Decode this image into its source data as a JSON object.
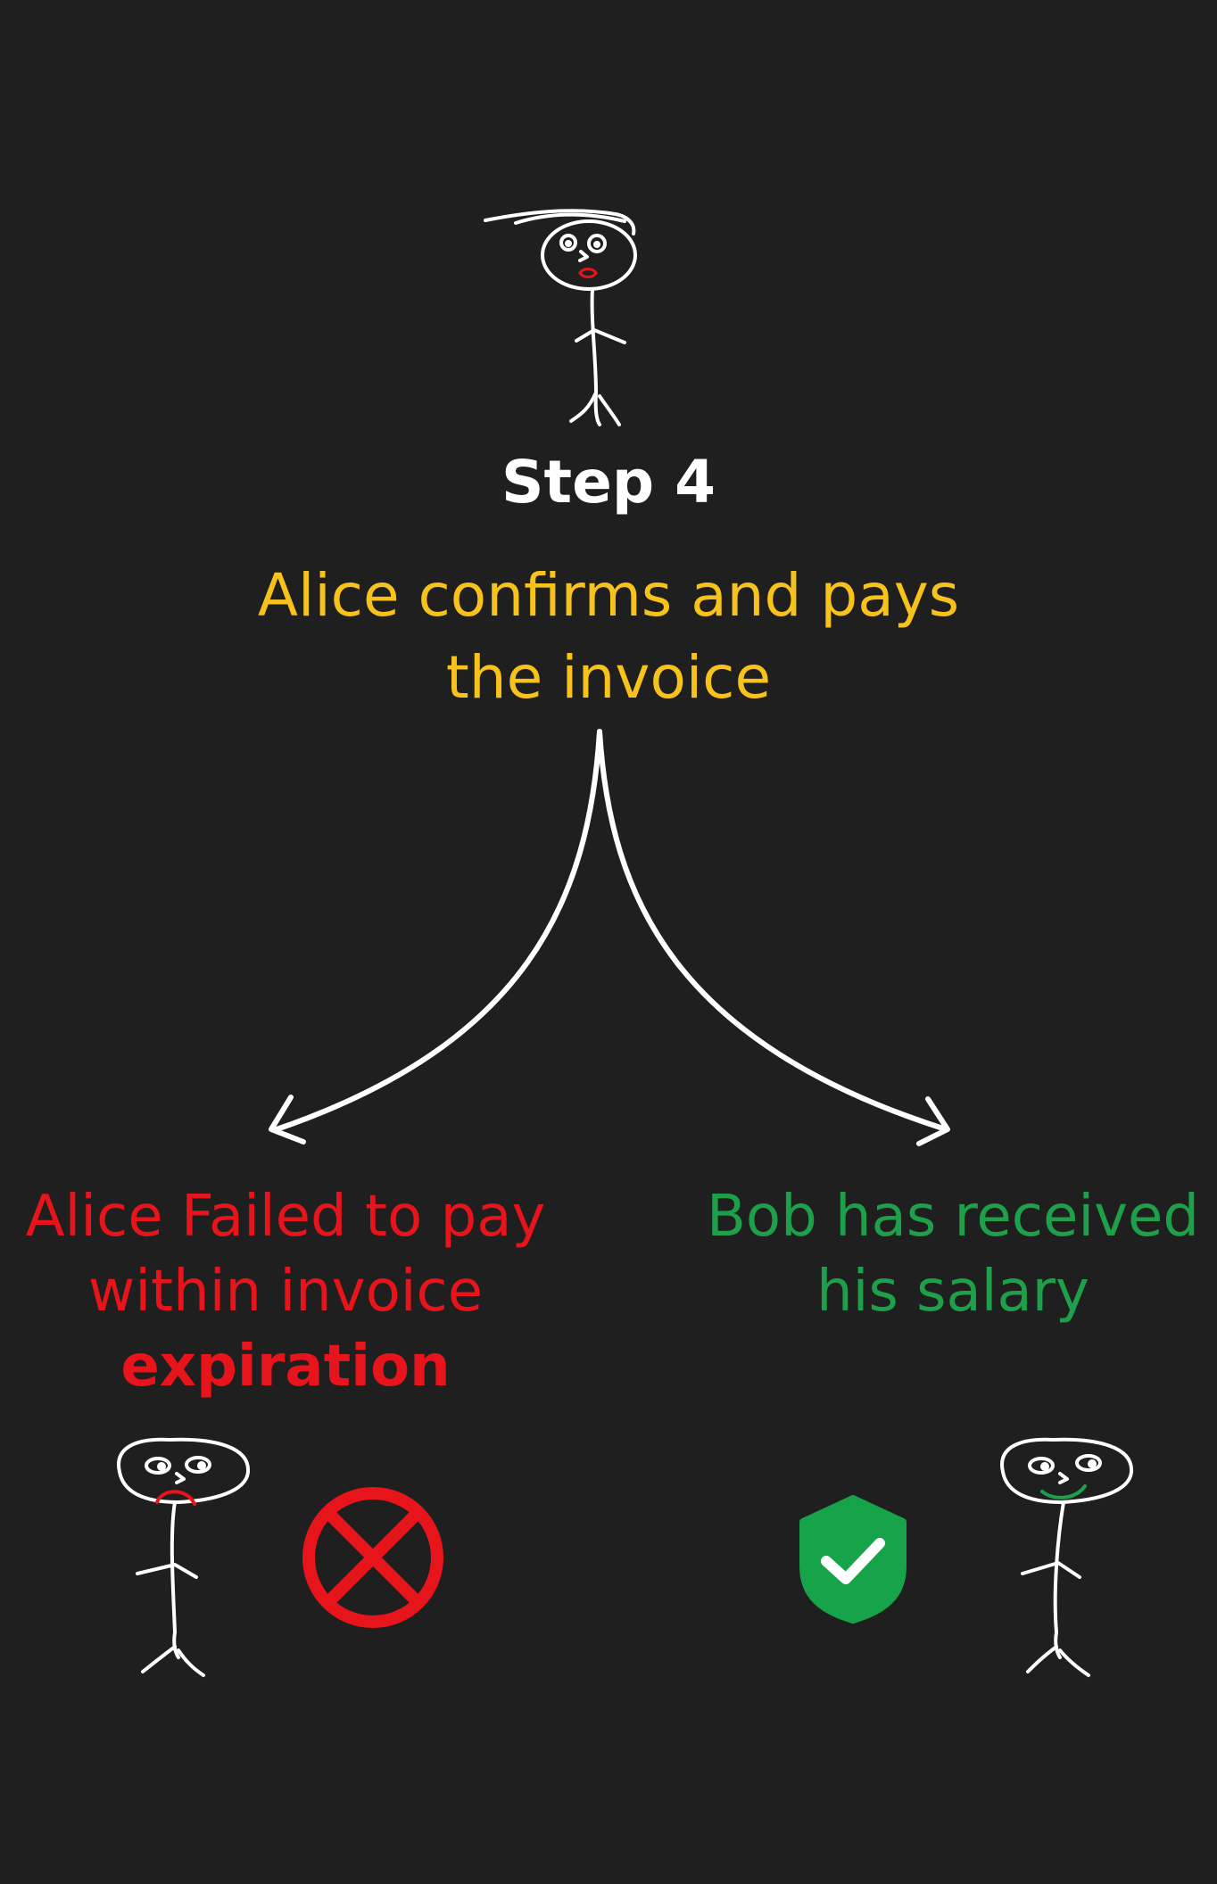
{
  "step": {
    "title": "Step 4",
    "description": "Alice confirms and pays the invoice"
  },
  "outcomes": {
    "failure": {
      "line1": "Alice Failed to pay within invoice",
      "emphasis": "expiration",
      "icon": "x-circle-icon"
    },
    "success": {
      "text": "Bob has received his salary",
      "icon": "shield-check-icon"
    }
  },
  "colors": {
    "background": "#1f1f1f",
    "description": "#f6c21b",
    "failure": "#e8141c",
    "success": "#1ea04a",
    "stroke": "#ffffff"
  }
}
